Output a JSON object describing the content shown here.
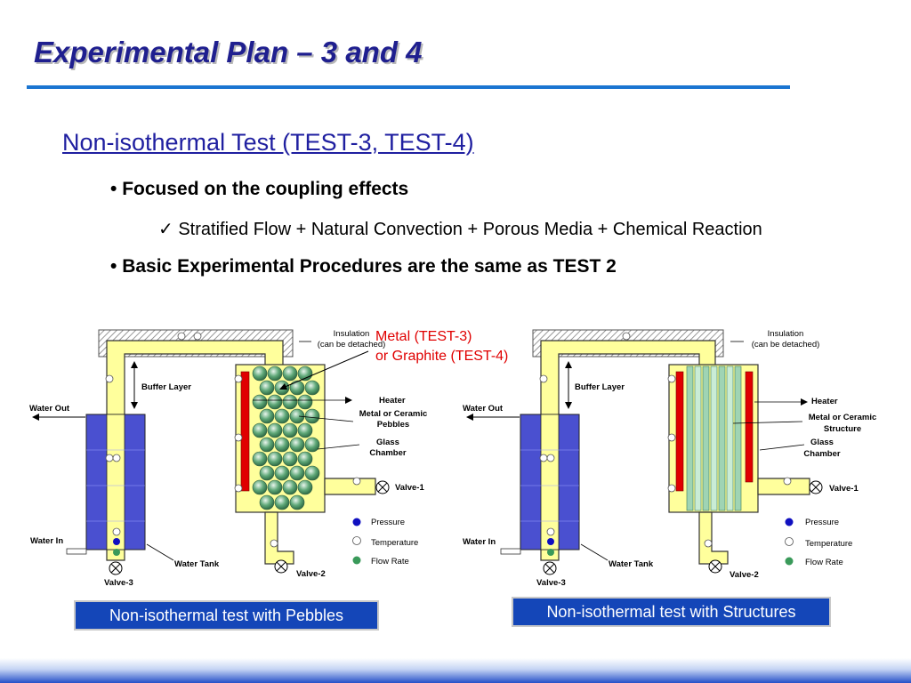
{
  "title": "Experimental Plan – 3 and 4",
  "heading": "Non-isothermal Test (TEST-3, TEST-4)",
  "bullets": {
    "b1": "Focused on the coupling effects",
    "b2": "Stratified Flow + Natural Convection + Porous Media + Chemical Reaction",
    "b3": "Basic Experimental Procedures are the same as TEST 2"
  },
  "marks": {
    "bullet": "•",
    "check": "✓"
  },
  "annotation": {
    "line1": "Metal (TEST-3)",
    "line2": "or Graphite (TEST-4)"
  },
  "left_diagram": {
    "insulation_1": "Insulation",
    "insulation_2": "(can be detached)",
    "buffer": "Buffer Layer",
    "water_out": "Water Out",
    "water_in": "Water In",
    "water_tank": "Water Tank",
    "valve1": "Valve-1",
    "valve2": "Valve-2",
    "valve3": "Valve-3",
    "heater": "Heater",
    "media_1": "Metal or Ceramic",
    "media_2": "Pebbles",
    "glass_1": "Glass",
    "glass_2": "Chamber",
    "legend_pressure": "Pressure",
    "legend_temperature": "Temperature",
    "legend_flow": "Flow Rate",
    "caption": "Non-isothermal test with Pebbles"
  },
  "right_diagram": {
    "insulation_1": "Insulation",
    "insulation_2": "(can be detached)",
    "buffer": "Buffer Layer",
    "water_out": "Water Out",
    "water_in": "Water In",
    "water_tank": "Water Tank",
    "valve1": "Valve-1",
    "valve2": "Valve-2",
    "valve3": "Valve-3",
    "heater": "Heater",
    "media_1": "Metal or Ceramic",
    "media_2": "Structure",
    "glass_1": "Glass",
    "glass_2": "Chamber",
    "legend_pressure": "Pressure",
    "legend_temperature": "Temperature",
    "legend_flow": "Flow Rate",
    "caption": "Non-isothermal test with Structures"
  },
  "colors": {
    "title": "#1f1f8f",
    "rule": "#1a75d1",
    "heading": "#1f1fa0",
    "tube_fill": "#ffff9c",
    "tank_blue": "#4a50d0",
    "heater_red": "#e00000",
    "pebble_green": "#5fa878",
    "pressure_dot": "#1010c0",
    "flow_dot": "#3a9a5a",
    "caption_bg": "#1446b8"
  },
  "icons": {
    "valve": "valve-icon",
    "pressure": "pressure-sensor-icon",
    "temperature": "temperature-sensor-icon",
    "flow": "flow-meter-icon"
  }
}
